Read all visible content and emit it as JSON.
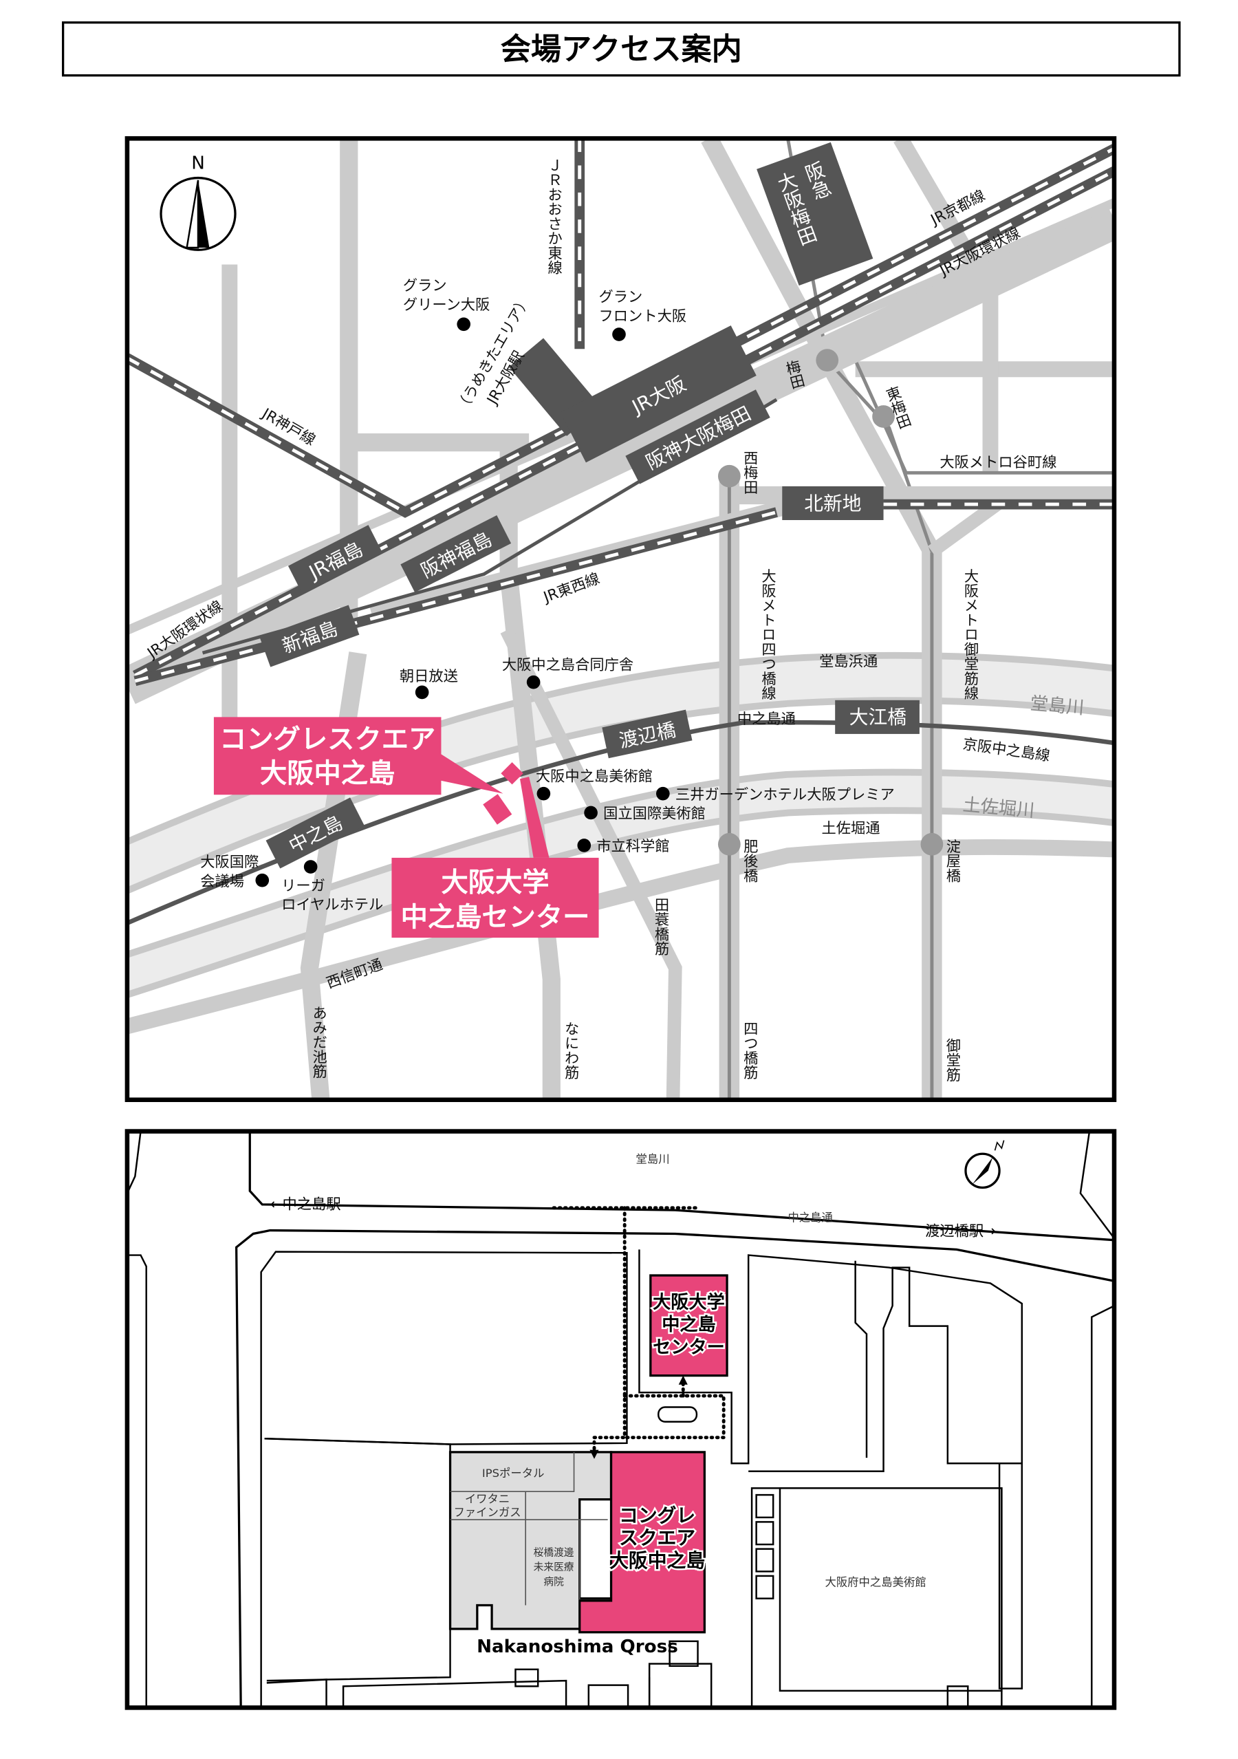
{
  "title": "会場アクセス案内",
  "colors": {
    "accent": "#e8457a",
    "station_box": "#555555",
    "road": "#cbcbcb",
    "river": "#e8e8e8"
  },
  "map1": {
    "compass": "N",
    "lines": {
      "jr_osaka_higashi": "ＪＲおおさか東線",
      "jr_kyoto": "JR京都線",
      "jr_loop_ne": "JR大阪環状線",
      "jr_kobe": "JR神戸線",
      "jr_loop_sw": "JR大阪環状線",
      "jr_tozai": "JR東西線",
      "tanimachi": "大阪メトロ谷町線",
      "yotsubashi": "大阪メトロ四つ橋線",
      "midosuji": "大阪メトロ御堂筋線",
      "keihan": "京阪中之島線"
    },
    "stations": {
      "hankyu_a": "阪急",
      "hankyu_b": "大阪梅田",
      "jr_osaka": "JR大阪",
      "jr_osaka_umekita": "JR大阪駅",
      "jr_osaka_umekita2": "（うめきたエリア）",
      "hanshin_umeda": "阪神大阪梅田",
      "kitashinchi": "北新地",
      "jr_fukushima": "JR福島",
      "hanshin_fukushima": "阪神福島",
      "shinfukushima": "新福島",
      "watanabebashi": "渡辺橋",
      "oebashi": "大江橋",
      "nakanoshima": "中之島",
      "umeda": "梅田",
      "higashi_umeda": "東梅田",
      "nishi_umeda": "西梅田",
      "higobashi": "肥後橋",
      "yodoyabashi": "淀屋橋"
    },
    "roads": {
      "dojimahama": "堂島浜通",
      "nakanoshima_dori": "中之島通",
      "tosabori_dori": "土佐堀通",
      "nishinagahori": "西信町通",
      "amidaike": "あみだ池筋",
      "naniwa": "なにわ筋",
      "tamino": "田蓑橋筋",
      "yotsubashi_suji": "四つ橋筋",
      "midosuji_suji": "御堂筋"
    },
    "rivers": {
      "dojima": "堂島川",
      "tosabori": "土佐堀川"
    },
    "pois": {
      "grand_green": [
        "グラン",
        "グリーン大阪"
      ],
      "grand_front": [
        "グラン",
        "フロント大阪"
      ],
      "asahi": "朝日放送",
      "godo": "大阪中之島合同庁舎",
      "bijutsukan": "大阪中之島美術館",
      "mitsui": "三井ガーデンホテル大阪プレミア",
      "kokuritsu": "国立国際美術館",
      "kagakukan": "市立科学館",
      "rihga": [
        "リーガ",
        "ロイヤルホテル"
      ],
      "kaigijo": [
        "大阪国際",
        "会議場"
      ]
    },
    "venue1": [
      "コングレスクエア",
      "大阪中之島"
    ],
    "venue2": [
      "大阪大学",
      "中之島センター"
    ]
  },
  "map2": {
    "river": "堂島川",
    "street": "中之島通",
    "left_station": "←中之島駅",
    "right_station": "渡辺橋駅→",
    "osaka_univ": [
      "大阪大学",
      "中之島",
      "センター"
    ],
    "congre": [
      "コングレ",
      "スクエア",
      "大阪中之島"
    ],
    "ips": "IPSポータル",
    "iwatani": [
      "イワタニ",
      "ファインガス"
    ],
    "hospital": [
      "桜橋渡邊",
      "未来医療",
      "病院"
    ],
    "building_name": "Nakanoshima Qross",
    "museum": "大阪府中之島美術館"
  }
}
